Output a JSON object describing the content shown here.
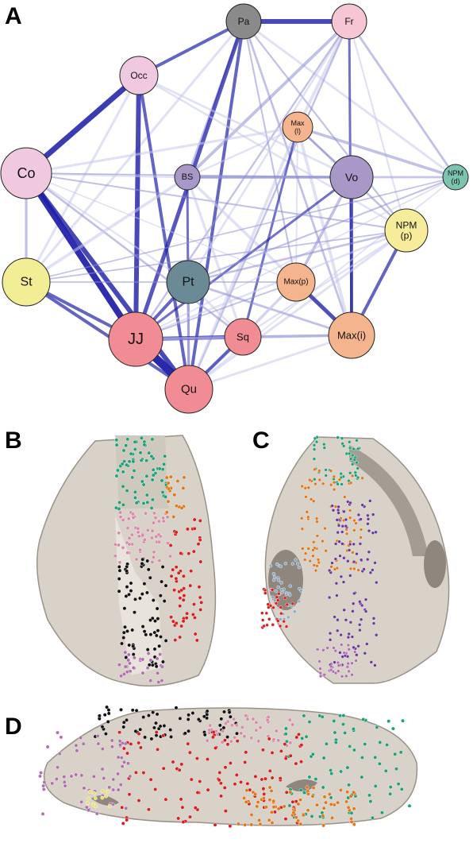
{
  "panels": {
    "a": "A",
    "b": "B",
    "c": "C",
    "d": "D"
  },
  "network": {
    "nodes": [
      {
        "id": "Pa",
        "lines": [
          "Pa"
        ],
        "color": "#8a8a8a"
      },
      {
        "id": "Fr",
        "lines": [
          "Fr"
        ],
        "color": "#f6c6d4"
      },
      {
        "id": "Occ",
        "lines": [
          "Occ"
        ],
        "color": "#f0c8e0"
      },
      {
        "id": "MaxL",
        "lines": [
          "Max",
          "(l)"
        ],
        "color": "#f4b48e"
      },
      {
        "id": "Co",
        "lines": [
          "Co"
        ],
        "color": "#f0c8e0"
      },
      {
        "id": "BS",
        "lines": [
          "BS"
        ],
        "color": "#a898c8"
      },
      {
        "id": "Vo",
        "lines": [
          "Vo"
        ],
        "color": "#a898c8"
      },
      {
        "id": "NPMd",
        "lines": [
          "NPM",
          "(d)"
        ],
        "color": "#7cc4b0"
      },
      {
        "id": "NPMp",
        "lines": [
          "NPM",
          "(p)"
        ],
        "color": "#f6ec9a"
      },
      {
        "id": "St",
        "lines": [
          "St"
        ],
        "color": "#f2ee96"
      },
      {
        "id": "Pt",
        "lines": [
          "Pt"
        ],
        "color": "#6a8a96"
      },
      {
        "id": "MaxP",
        "lines": [
          "Max(p)"
        ],
        "color": "#f4b48e"
      },
      {
        "id": "JJ",
        "lines": [
          "JJ"
        ],
        "color": "#f28c94"
      },
      {
        "id": "Sq",
        "lines": [
          "Sq"
        ],
        "color": "#f28c94"
      },
      {
        "id": "MaxI",
        "lines": [
          "Max(i)"
        ],
        "color": "#f4b48e"
      },
      {
        "id": "Qu",
        "lines": [
          "Qu"
        ],
        "color": "#f28c94"
      }
    ],
    "edge_color_strong": "#1e1ea8",
    "edge_color_weak": "#c8c8ec"
  },
  "landmark_colors": {
    "green": "#1fa079",
    "pink": "#d98aa8",
    "black": "#111111",
    "red": "#d62020",
    "orange": "#e07818",
    "purple": "#6a3a9a",
    "violet": "#b070b0",
    "blue": "#8aa8c0",
    "yellow": "#e8e070"
  }
}
